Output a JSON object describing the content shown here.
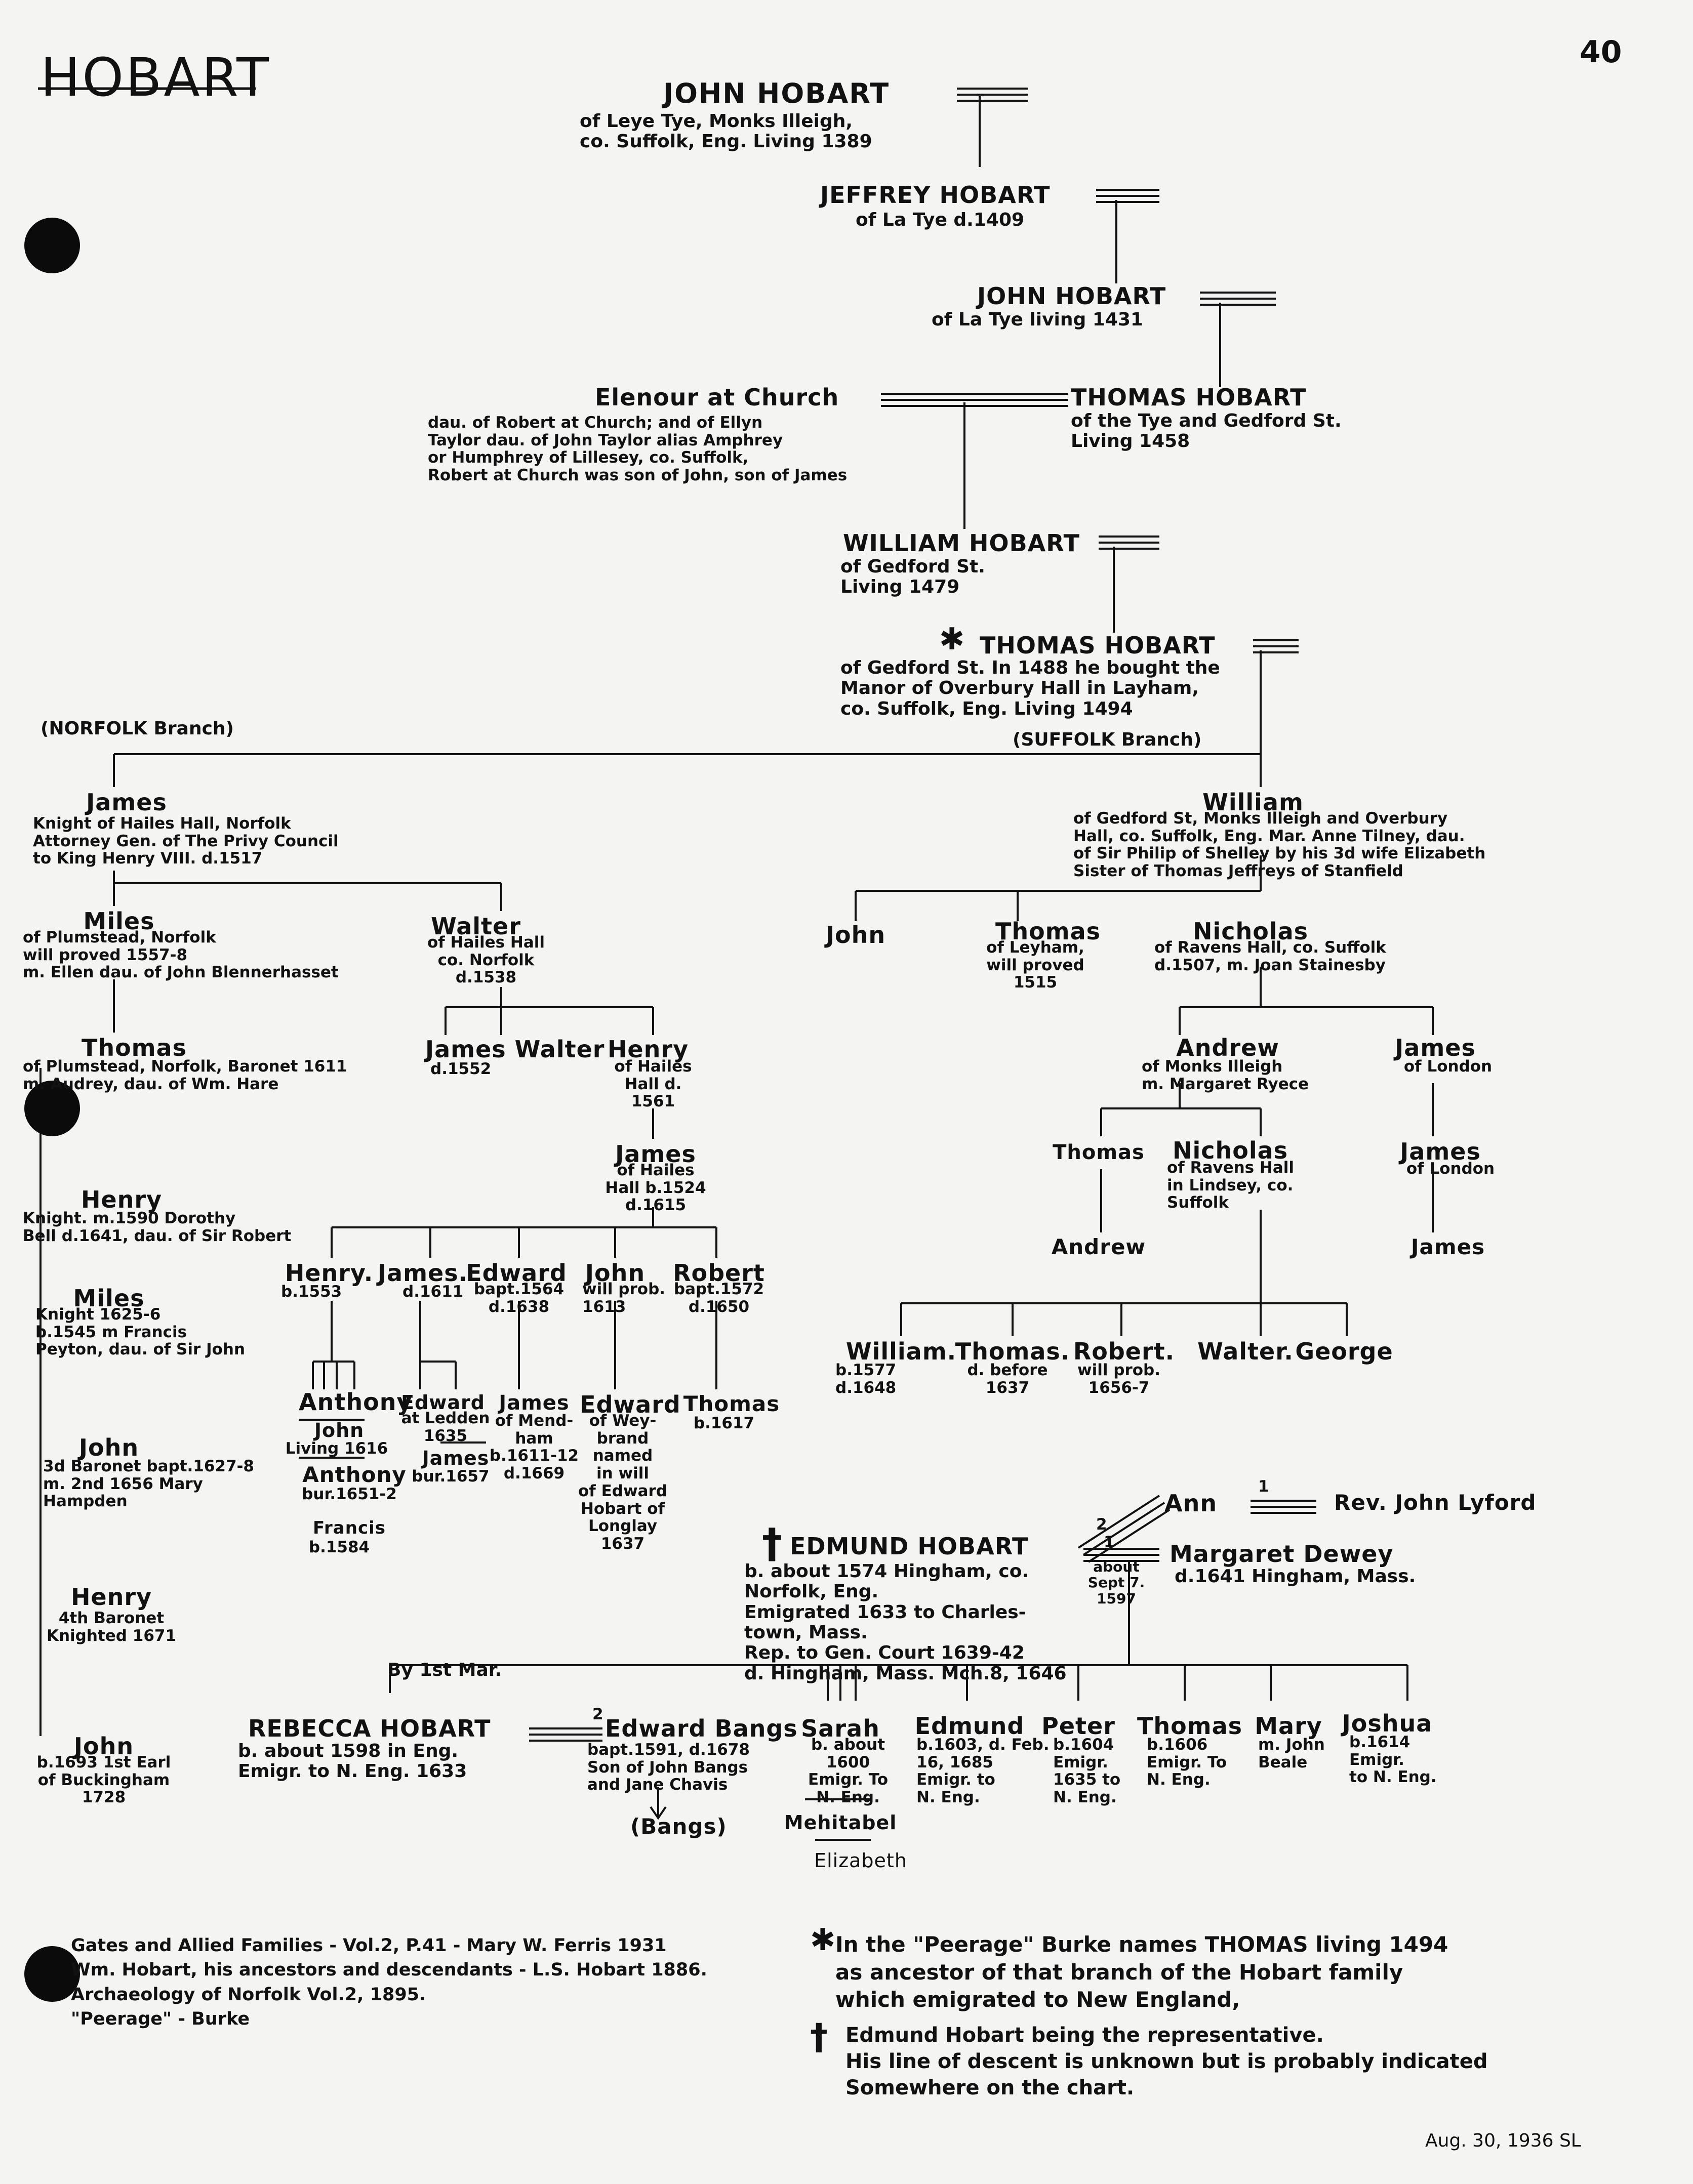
{
  "header": {
    "family": "HOBART",
    "page_number": "40"
  },
  "gen1": {
    "name": "JOHN HOBART",
    "detail": "of Leye Tye, Monks Illeigh,\nco. Suffolk, Eng. Living 1389"
  },
  "gen2": {
    "name": "JEFFREY HOBART",
    "detail": "of La Tye d.1409"
  },
  "gen3": {
    "name": "JOHN HOBART",
    "detail": "of La Tye living 1431"
  },
  "gen4": {
    "wife": "Elenour at Church",
    "wife_detail": "dau. of Robert at Church; and of Ellyn\nTaylor dau. of John Taylor alias Amphrey\nor Humphrey of Lillesey, co. Suffolk,\nRobert at Church was son of John, son of James",
    "husband": "THOMAS HOBART",
    "husband_detail": "of the Tye and Gedford St.\nLiving 1458"
  },
  "gen5": {
    "name": "WILLIAM HOBART",
    "detail": "of Gedford St.\nLiving 1479"
  },
  "gen6": {
    "star": "✱",
    "name": "THOMAS HOBART",
    "detail": "of Gedford St. In 1488 he bought the\nManor of Overbury Hall in Layham,\nco. Suffolk, Eng. Living 1494"
  },
  "branches": {
    "norfolk": "(NORFOLK Branch)",
    "suffolk": "(SUFFOLK Branch)"
  },
  "norfolk": {
    "james": {
      "name": "James",
      "detail": "Knight of Hailes Hall, Norfolk\nAttorney Gen. of The Privy Council\nto King Henry VIII. d.1517"
    },
    "miles": {
      "name": "Miles",
      "detail": "of Plumstead, Norfolk\nwill proved 1557-8\nm. Ellen dau. of John Blennerhasset"
    },
    "walter": {
      "name": "Walter",
      "detail": "of Hailes Hall\nco. Norfolk\nd.1538"
    },
    "thomas": {
      "name": "Thomas",
      "detail": "of Plumstead, Norfolk, Baronet 1611\nm. Audrey, dau. of Wm. Hare"
    },
    "james_walter": {
      "name": "James Walter",
      "detail": "d.1552"
    },
    "henry_hh": {
      "name": "Henry",
      "detail": "of Hailes\nHall d.\n1561"
    },
    "james_hh": {
      "name": "James",
      "detail": "of Hailes\nHall b.1524\nd.1615"
    },
    "henry_knight": {
      "name": "Henry",
      "detail": "Knight. m.1590 Dorothy\nBell d.1641, dau. of Sir Robert"
    },
    "miles_knight": {
      "name": "Miles",
      "detail": "Knight 1625-6\nb.1545 m Francis\nPeyton, dau. of Sir John"
    },
    "john_3d": {
      "name": "John",
      "detail": "3d Baronet bapt.1627-8\nm. 2nd 1656 Mary\nHampden"
    },
    "henry_4th": {
      "name": "Henry",
      "detail": "4th Baronet\nKnighted 1671"
    },
    "john_earl": {
      "name": "John",
      "detail": "b.1693 1st Earl\nof Buckingham\n1728"
    },
    "children": [
      {
        "name": "Henry.",
        "detail": "b.1553"
      },
      {
        "name": "James.",
        "detail": "d.1611"
      },
      {
        "name": "Edward",
        "detail": "bapt.1564\nd.1638"
      },
      {
        "name": "John",
        "detail": "will prob.\n1613"
      },
      {
        "name": "Robert",
        "detail": "bapt.1572\nd.1650"
      }
    ],
    "grandchildren": [
      {
        "name": "Anthony",
        "detail": ""
      },
      {
        "name": "John",
        "detail": "Living 1616"
      },
      {
        "name": "Anthony",
        "detail": "bur.1651-2"
      },
      {
        "name": "Francis",
        "detail": "b.1584"
      },
      {
        "name": "Edward",
        "detail": "at Ledden\n1635"
      },
      {
        "name": "James",
        "detail": "bur.1657"
      },
      {
        "name": "James",
        "detail": "of Mend-\nham\nb.1611-12\nd.1669"
      },
      {
        "name": "Edward",
        "detail": "of Wey-\nbrand\nnamed\nin will\nof Edward\nHobart of\nLonglay\n1637"
      },
      {
        "name": "Thomas",
        "detail": "b.1617"
      }
    ]
  },
  "suffolk": {
    "william": {
      "name": "William",
      "detail": "of Gedford St, Monks Illeigh and Overbury\nHall, co. Suffolk, Eng. Mar. Anne Tilney, dau.\nof Sir Philip of Shelley by his 3d wife Elizabeth\nSister of Thomas Jeffreys of Stanfield"
    },
    "john": {
      "name": "John",
      "detail": ""
    },
    "thomas": {
      "name": "Thomas",
      "detail": "of Leyham,\nwill proved\n1515"
    },
    "nicholas": {
      "name": "Nicholas",
      "detail": "of Ravens Hall, co. Suffolk\nd.1507, m. Joan Stainesby"
    },
    "andrew": {
      "name": "Andrew",
      "detail": "of Monks Illeigh\nm. Margaret Ryece"
    },
    "james_london": {
      "name": "James",
      "detail": "of London"
    },
    "thomas2": {
      "name": "Thomas",
      "detail": ""
    },
    "nicholas2": {
      "name": "Nicholas",
      "detail": "of Ravens Hall\nin Lindsey, co.\nSuffolk"
    },
    "james_london2": {
      "name": "James",
      "detail": "of London"
    },
    "andrew2": {
      "name": "Andrew",
      "detail": ""
    },
    "james3": {
      "name": "James",
      "detail": ""
    },
    "children": [
      {
        "name": "William.",
        "detail": "b.1577\nd.1648"
      },
      {
        "name": "Thomas.",
        "detail": "d. before\n1637"
      },
      {
        "name": "Robert.",
        "detail": "will prob.\n1656-7"
      },
      {
        "name": "Walter.",
        "detail": ""
      },
      {
        "name": "George",
        "detail": ""
      }
    ]
  },
  "edmund": {
    "cross": "†",
    "name": "EDMUND HOBART",
    "detail": "b. about 1574 Hingham, co.\nNorfolk, Eng.\nEmigrated 1633 to Charles-\ntown, Mass.\nRep. to Gen. Court 1639-42\nd. Hingham, Mass. Mch.8, 1646",
    "wife2": "Ann",
    "wife2_other_husband": "Rev. John Lyford",
    "wife2_number": "2",
    "wife1": "Margaret Dewey",
    "wife1_number": "1",
    "wife1_detail": "d.1641 Hingham, Mass.",
    "marriage_date": "about\nSept 7.\n1597",
    "first_marriage_label": "By 1st Mar."
  },
  "edmund_children": {
    "rebecca": {
      "name": "REBECCA HOBART",
      "detail": "b. about 1598 in Eng.\nEmigr. to N. Eng. 1633"
    },
    "spouse_number": "2",
    "edward_bangs": {
      "name": "Edward Bangs",
      "detail": "bapt.1591, d.1678\nSon of John Bangs\nand Jane Chavis"
    },
    "bangs_ref": "(Bangs)",
    "sarah": {
      "name": "Sarah",
      "detail": "b. about\n1600\nEmigr. To\nN. Eng."
    },
    "mehitabel": "Mehitabel",
    "elizabeth": "Elizabeth",
    "others": [
      {
        "name": "Edmund",
        "detail": "b.1603, d. Feb.\n16, 1685\nEmigr. to\nN. Eng."
      },
      {
        "name": "Peter",
        "detail": "b.1604\nEmigr.\n1635 to\nN. Eng."
      },
      {
        "name": "Thomas",
        "detail": "b.1606\nEmigr. To\nN. Eng."
      },
      {
        "name": "Mary",
        "detail": "m. John\nBeale"
      },
      {
        "name": "Joshua",
        "detail": "b.1614\nEmigr.\nto N. Eng."
      }
    ]
  },
  "sources": "Gates and Allied Families - Vol.2, P.41 - Mary W. Ferris 1931\nWm. Hobart, his ancestors and descendants - L.S. Hobart 1886.\nArchaeology of Norfolk Vol.2, 1895.\n\"Peerage\" - Burke",
  "notes": {
    "star_symbol": "✱",
    "star_note": "In the \"Peerage\" Burke names THOMAS living 1494\nas ancestor of that branch of the Hobart family\nwhich emigrated to New England,",
    "cross_symbol": "†",
    "cross_note": "Edmund Hobart being the representative.\nHis line of descent is unknown but is probably indicated\nSomewhere on the chart."
  },
  "signature": "Aug. 30, 1936 SL"
}
